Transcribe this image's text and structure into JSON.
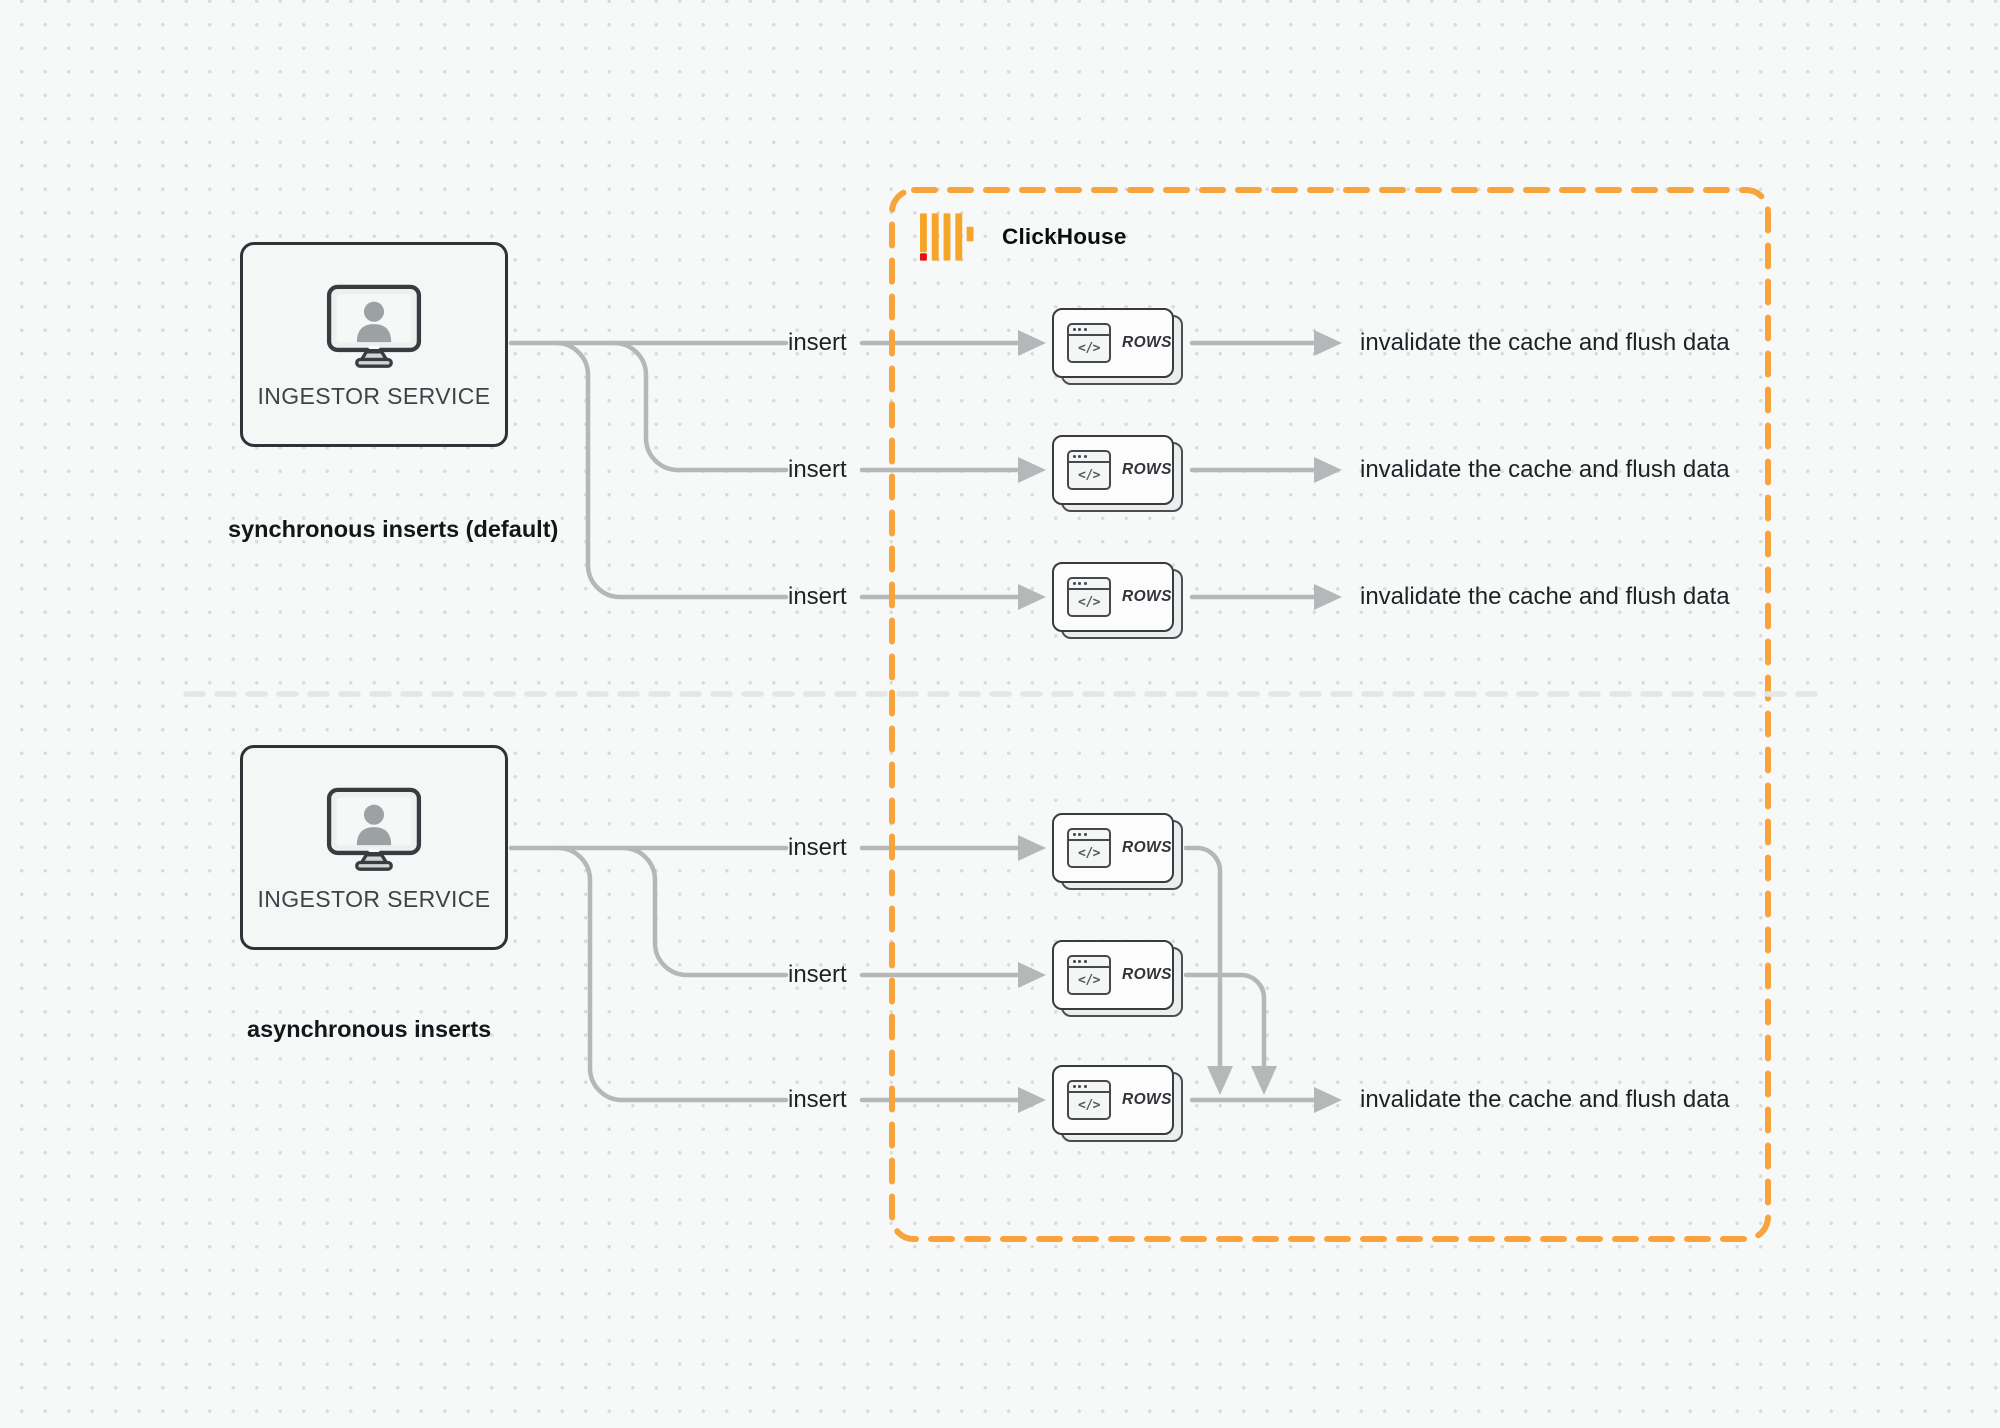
{
  "clickhouse_label": "ClickHouse",
  "sync": {
    "service_label": "INGESTOR SERVICE",
    "caption": "synchronous inserts (default)",
    "rows": [
      {
        "insert": "insert",
        "card": "ROWS",
        "code": "</>",
        "result": "invalidate the cache and flush data"
      },
      {
        "insert": "insert",
        "card": "ROWS",
        "code": "</>",
        "result": "invalidate the cache and flush data"
      },
      {
        "insert": "insert",
        "card": "ROWS",
        "code": "</>",
        "result": "invalidate the cache and flush data"
      }
    ]
  },
  "async": {
    "service_label": "INGESTOR SERVICE",
    "caption": "asynchronous inserts",
    "rows": [
      {
        "insert": "insert",
        "card": "ROWS",
        "code": "</>"
      },
      {
        "insert": "insert",
        "card": "ROWS",
        "code": "</>"
      },
      {
        "insert": "insert",
        "card": "ROWS",
        "code": "</>",
        "result": "invalidate the cache and flush data"
      }
    ]
  },
  "colors": {
    "boundary_orange": "#F8A33C",
    "logo_yellow": "#F6A528",
    "logo_red": "#EB0F12",
    "connector_gray": "#b5b7b9",
    "divider_gray": "#e5e6e8",
    "box_border": "#2f3338",
    "background": "#f7f8f8"
  }
}
